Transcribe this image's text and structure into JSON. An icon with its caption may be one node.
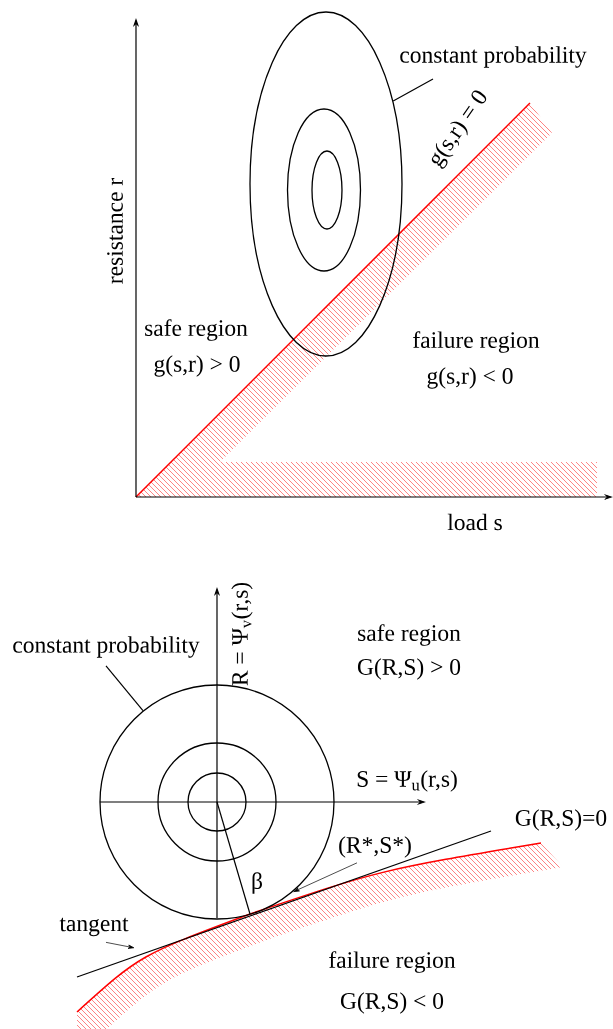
{
  "diagram": {
    "nodes": [
      {
        "text": [
          "constant probability"
        ]
      },
      {
        "text": [],
        "shape": "ellipse"
      },
      {
        "text": [
          "constant probability"
        ]
      },
      {
        "text": [],
        "shape": "circle"
      },
      {
        "text": [
          "(R*,S*)"
        ]
      },
      {
        "text": [
          "tangent"
        ]
      },
      {
        "text": [],
        "shape": "ellipse",
        "in": 1
      },
      {
        "text": [],
        "shape": "ellipse",
        "in": 6
      },
      {
        "text": [],
        "shape": "circle",
        "in": 3
      },
      {
        "text": [],
        "shape": "circle",
        "in": 8
      }
    ],
    "edges": [
      {
        "from": 0,
        "to": 1,
        "arrow": "none"
      },
      {
        "from": 2,
        "to": 3,
        "arrow": "none"
      },
      {
        "from": 4,
        "to": 3,
        "arrow": "to"
      },
      {
        "from": 5,
        "to": null,
        "arrow": "to"
      }
    ],
    "labels": [
      "g(s,r) = 0",
      "resistance  r",
      "safe region",
      "g(s,r) > 0",
      "failure region",
      "g(s,r) < 0",
      "load   s",
      "R = Ψ$_{v}$(r,s)",
      "safe region",
      "G(R,S) > 0",
      "S = Ψ$_{u}$(r,s)",
      "G(R,S)=0",
      "β",
      "failure region",
      "G(R,S) < 0"
    ]
  }
}
